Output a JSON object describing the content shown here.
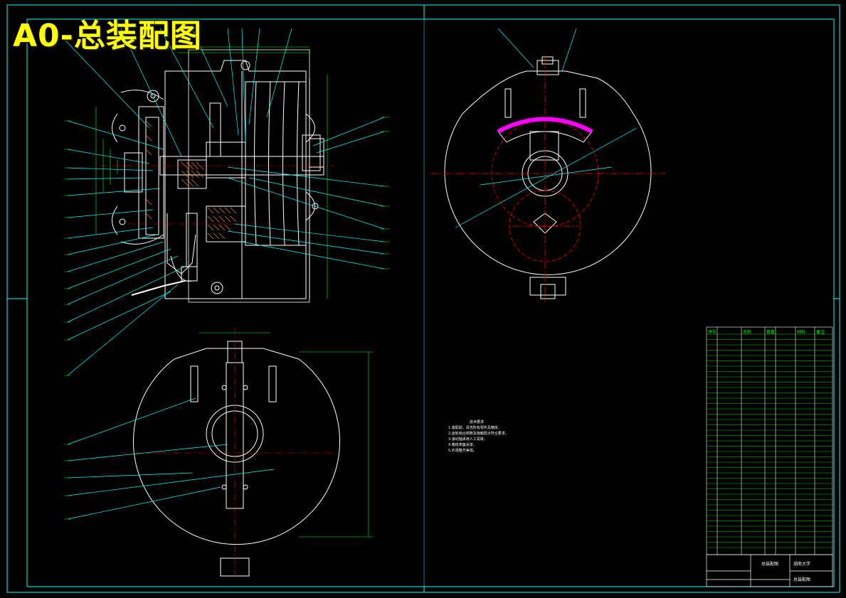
{
  "drawing": {
    "title": "A0-总装配图",
    "colors": {
      "background": "#000000",
      "outline": "#ffffff",
      "border": "#00ffff",
      "centerline": "#ff0000",
      "leader": "#00ffff",
      "dimension": "#00ff00",
      "title_text": "#ffff00",
      "hatch": "#ff00ff"
    }
  },
  "notes": {
    "heading": "技术要求",
    "items": [
      "1.装配前，清洗所有零件及箱体，",
      "2.齿轮啮合侧隙及接触斑点符合要求，",
      "3.滚动轴承用人工润滑，",
      "4.箱体表面涂漆，",
      "5.外观整齐美观。"
    ]
  },
  "title_block": {
    "school": "湖南大学",
    "drawing_name": "总装配图",
    "subtitle": "总装配图"
  },
  "parts_table_header": {
    "no": "序号",
    "name": "名称",
    "qty": "数量",
    "material": "材料",
    "remark": "备注"
  }
}
